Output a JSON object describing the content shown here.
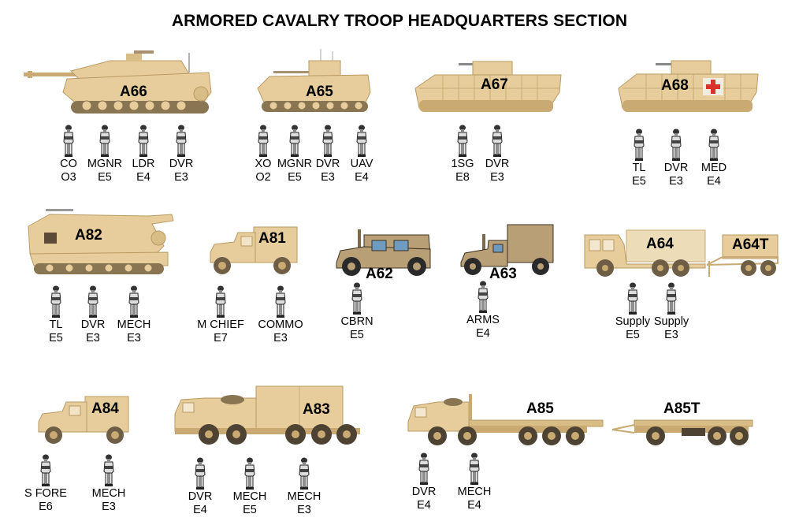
{
  "title": "ARMORED CAVALRY TROOP HEADQUARTERS SECTION",
  "colors": {
    "tan": "#e7cd9c",
    "tan_dark": "#c9aa72",
    "track": "#8a7552",
    "humvee": "#b89f76",
    "humvee_dark": "#7d6a4b",
    "window": "#6f9bc0",
    "medical_cross": "#d9322b",
    "figure": "#333333"
  },
  "vehicles": [
    {
      "id": "A66",
      "label": "A66",
      "type": "tank"
    },
    {
      "id": "A65",
      "label": "A65",
      "type": "ifv"
    },
    {
      "id": "A67",
      "label": "A67",
      "type": "apc"
    },
    {
      "id": "A68",
      "label": "A68",
      "type": "medical-apc"
    },
    {
      "id": "A82",
      "label": "A82",
      "type": "recovery-vehicle"
    },
    {
      "id": "A81",
      "label": "A81",
      "type": "shelter-humvee"
    },
    {
      "id": "A62",
      "label": "A62",
      "type": "humvee"
    },
    {
      "id": "A63",
      "label": "A63",
      "type": "cargo-humvee"
    },
    {
      "id": "A64",
      "label": "A64",
      "type": "cargo-truck"
    },
    {
      "id": "A64T",
      "label": "A64T",
      "type": "trailer"
    },
    {
      "id": "A84",
      "label": "A84",
      "type": "shelter-humvee"
    },
    {
      "id": "A83",
      "label": "A83",
      "type": "hemtt-shelter"
    },
    {
      "id": "A85",
      "label": "A85",
      "type": "flatbed-truck"
    },
    {
      "id": "A85T",
      "label": "A85T",
      "type": "flatbed-trailer"
    }
  ],
  "crews": {
    "A66": [
      {
        "role": "CO",
        "rank": "O3"
      },
      {
        "role": "MGNR",
        "rank": "E5"
      },
      {
        "role": "LDR",
        "rank": "E4"
      },
      {
        "role": "DVR",
        "rank": "E3"
      }
    ],
    "A65": [
      {
        "role": "XO",
        "rank": "O2"
      },
      {
        "role": "MGNR",
        "rank": "E5"
      },
      {
        "role": "DVR",
        "rank": "E3"
      },
      {
        "role": "UAV",
        "rank": "E4"
      }
    ],
    "A67": [
      {
        "role": "1SG",
        "rank": "E8"
      },
      {
        "role": "DVR",
        "rank": "E3"
      }
    ],
    "A68": [
      {
        "role": "TL",
        "rank": "E5"
      },
      {
        "role": "DVR",
        "rank": "E3"
      },
      {
        "role": "MED",
        "rank": "E4"
      }
    ],
    "A82": [
      {
        "role": "TL",
        "rank": "E5"
      },
      {
        "role": "DVR",
        "rank": "E3"
      },
      {
        "role": "MECH",
        "rank": "E3"
      }
    ],
    "A81": [
      {
        "role": "M CHIEF",
        "rank": "E7"
      },
      {
        "role": "COMMO",
        "rank": "E3"
      }
    ],
    "A62": [
      {
        "role": "CBRN",
        "rank": "E5"
      }
    ],
    "A63": [
      {
        "role": "ARMS",
        "rank": "E4"
      }
    ],
    "A64": [
      {
        "role": "Supply",
        "rank": "E5"
      },
      {
        "role": "Supply",
        "rank": "E3"
      }
    ],
    "A84": [
      {
        "role": "S FORE",
        "rank": "E6"
      },
      {
        "role": "MECH",
        "rank": "E3"
      }
    ],
    "A83": [
      {
        "role": "DVR",
        "rank": "E4"
      },
      {
        "role": "MECH",
        "rank": "E5"
      },
      {
        "role": "MECH",
        "rank": "E3"
      }
    ],
    "A85": [
      {
        "role": "DVR",
        "rank": "E4"
      },
      {
        "role": "MECH",
        "rank": "E4"
      }
    ]
  }
}
